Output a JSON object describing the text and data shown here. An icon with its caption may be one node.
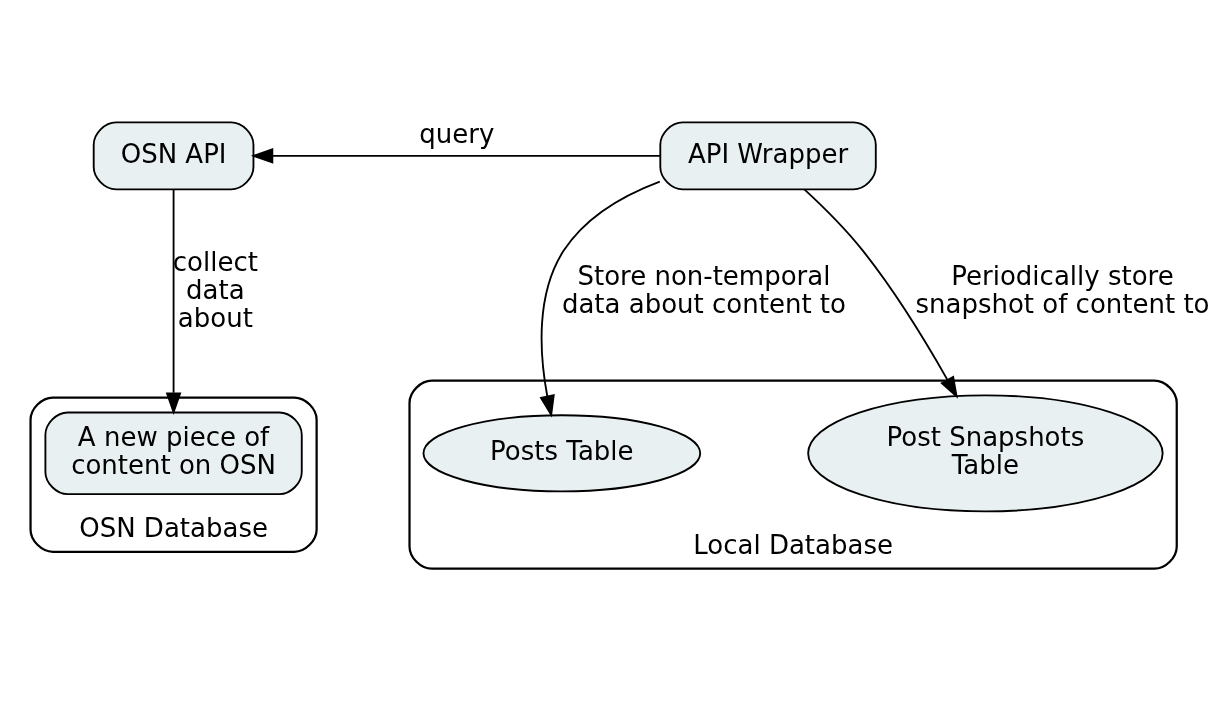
{
  "diagram": {
    "nodes": [
      {
        "text": [
          "OSN API"
        ]
      },
      {
        "text": [
          "API Wrapper"
        ]
      },
      {
        "text": [
          "OSN Database"
        ]
      },
      {
        "text": [
          "A new piece of content on OSN"
        ],
        "in": 2
      },
      {
        "text": [
          "Local Database"
        ]
      },
      {
        "text": [
          "Posts Table"
        ],
        "in": 4
      },
      {
        "text": [
          "Post Snapshots Table"
        ],
        "in": 4
      }
    ],
    "edges": [
      {
        "from": 1,
        "to": 0,
        "arrow": "to",
        "label": "query"
      },
      {
        "from": 0,
        "to": 3,
        "arrow": "to",
        "label": "collect data about"
      },
      {
        "from": 1,
        "to": 5,
        "arrow": "to",
        "label": "Store non-temporal data about content to"
      },
      {
        "from": 1,
        "to": 6,
        "arrow": "to",
        "label": "Periodically store snapshot of content to"
      }
    ]
  }
}
